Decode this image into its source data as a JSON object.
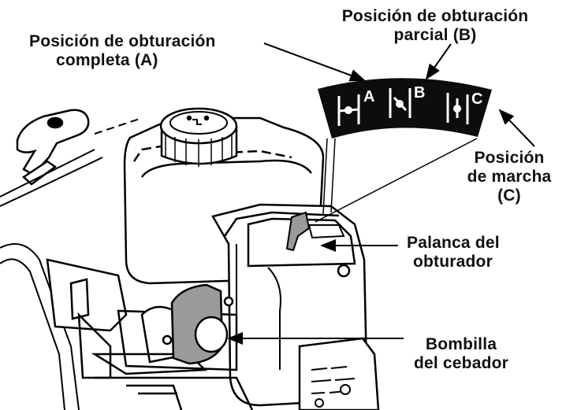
{
  "labels": {
    "full_choke": [
      "Posición de obturación",
      "completa (A)"
    ],
    "partial_choke": [
      "Posición de obturación",
      "parcial (B)"
    ],
    "run_position": [
      "Posición",
      "de marcha",
      "(C)"
    ],
    "choke_lever": [
      "Palanca del",
      "obturador"
    ],
    "primer_bulb": [
      "Bombilla",
      "del cebador"
    ]
  },
  "dial": {
    "letters": [
      "A",
      "B",
      "C"
    ]
  }
}
